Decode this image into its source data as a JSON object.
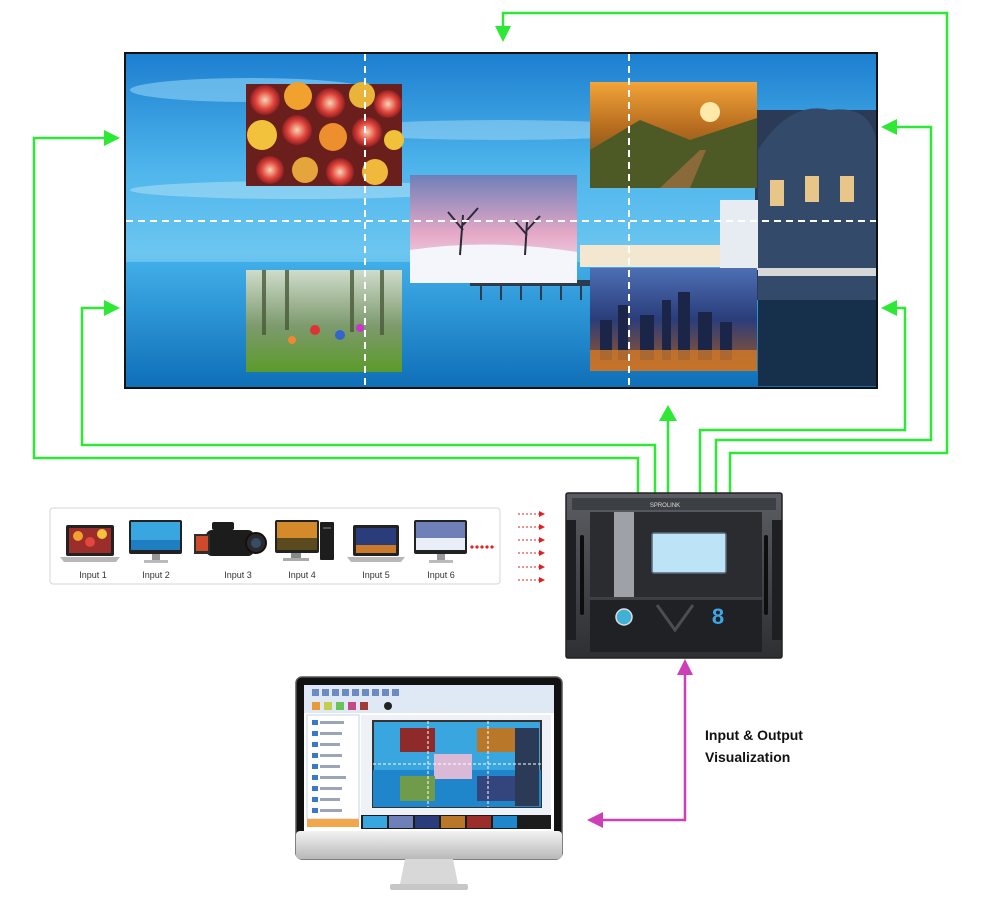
{
  "inputs": [
    "Input 1",
    "Input 2",
    "Input 3",
    "Input 4",
    "Input 5",
    "Input 6"
  ],
  "device": {
    "brand": "SPROLINK",
    "logo_number": "8"
  },
  "annotation": {
    "line1": "Input & Output",
    "line2": "Visualization"
  },
  "colors": {
    "connector_green": "#2ee836",
    "connector_magenta": "#cc3fb6",
    "input_dots": "#e02020",
    "wall_sky": "#3aa6e0"
  },
  "icons": [
    "laptop-icon",
    "monitor-icon",
    "camcorder-icon",
    "desktop-pc-icon",
    "laptop-icon",
    "monitor-icon",
    "video-processor-icon",
    "computer-monitor-icon"
  ]
}
